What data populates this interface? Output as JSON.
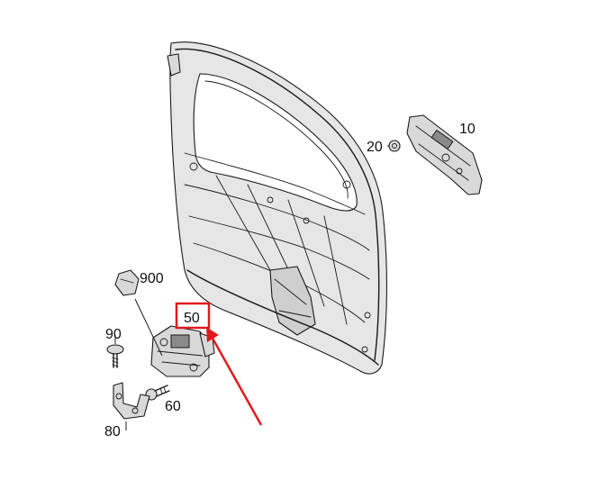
{
  "diagram": {
    "callouts": {
      "c10": "10",
      "c20": "20",
      "c50": "50",
      "c60": "60",
      "c80": "80",
      "c90": "90",
      "c900": "900"
    },
    "highlight_color": "#e0191e"
  }
}
